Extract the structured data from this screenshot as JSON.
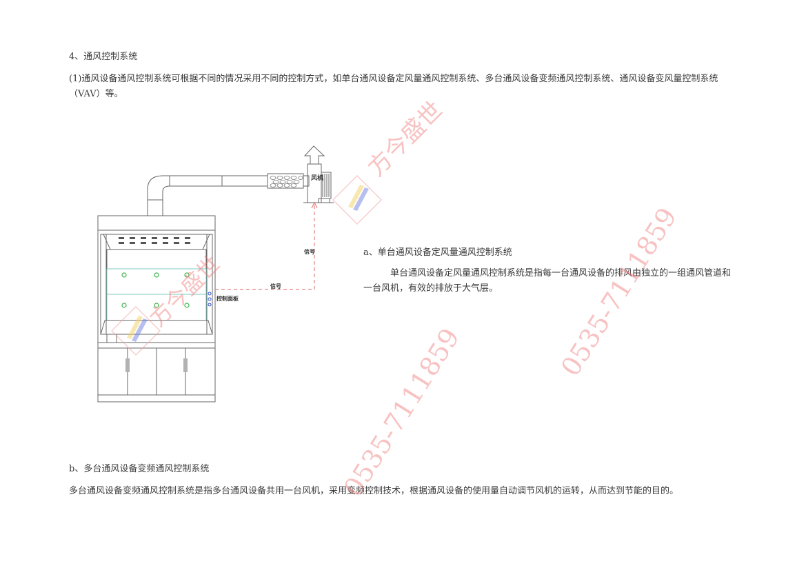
{
  "section": {
    "heading": "4、通风控制系统",
    "paragraph": "(1)通风设备通风控制系统可根据不同的情况采用不同的控制方式，如单台通风设备定风量通风控制系统、多台通风设备变频通风控制系统、通风设备变风量控制系统（VAV）等。"
  },
  "diagram": {
    "fan_label": "风机",
    "signal_label_1": "信号",
    "signal_label_2": "信号",
    "control_panel_label": "控制面板"
  },
  "system_a": {
    "heading": "a、单台通风设备定风量通风控制系统",
    "paragraph": "单台通风设备定风量通风控制系统是指每一台通风设备的排风由独立的一组通风管道和一台风机，有效的排放于大气层。"
  },
  "system_b": {
    "heading": "b、多台通风设备变频通风控制系统",
    "paragraph": "多台通风设备变频通风控制系统是指多台通风设备共用一台风机，采用变频控制技术，根据通风设备的使用量自动调节风机的运转，从而达到节能的目的。"
  },
  "watermarks": {
    "company": "方今盛世",
    "phone": "0535-7111859"
  }
}
